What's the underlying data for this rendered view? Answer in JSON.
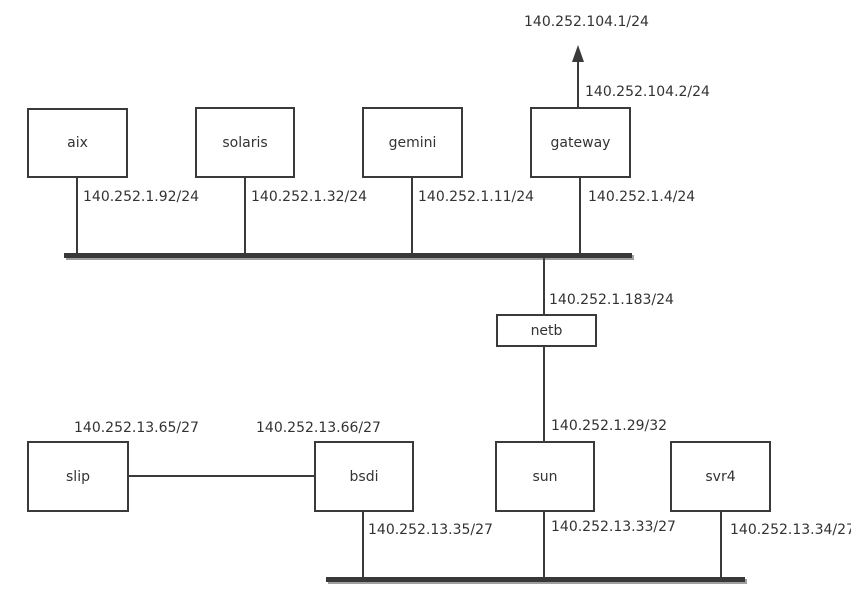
{
  "diagram": {
    "type": "network-topology",
    "colors": {
      "line": "#3a3a3a",
      "ethernet_shadow": "#9f9f9f",
      "background": "#ffffff",
      "text": "#333333"
    },
    "nodes": [
      {
        "id": "aix",
        "label": "aix"
      },
      {
        "id": "solaris",
        "label": "solaris"
      },
      {
        "id": "gemini",
        "label": "gemini"
      },
      {
        "id": "gateway",
        "label": "gateway"
      },
      {
        "id": "netb",
        "label": "netb"
      },
      {
        "id": "slip",
        "label": "slip"
      },
      {
        "id": "bsdi",
        "label": "bsdi"
      },
      {
        "id": "sun",
        "label": "sun"
      },
      {
        "id": "svr4",
        "label": "svr4"
      }
    ],
    "ip_labels": [
      {
        "id": "uplink-network",
        "text": "140.252.104.1/24"
      },
      {
        "id": "gateway-uplink",
        "text": "140.252.104.2/24"
      },
      {
        "id": "aix-interface",
        "text": "140.252.1.92/24"
      },
      {
        "id": "solaris-interface",
        "text": "140.252.1.32/24"
      },
      {
        "id": "gemini-interface",
        "text": "140.252.1.11/24"
      },
      {
        "id": "gateway-lan",
        "text": "140.252.1.4/24"
      },
      {
        "id": "netb-interface",
        "text": "140.252.1.183/24"
      },
      {
        "id": "sun-ptp",
        "text": "140.252.1.29/32"
      },
      {
        "id": "slip-interface",
        "text": "140.252.13.65/27"
      },
      {
        "id": "bsdi-slip-side",
        "text": "140.252.13.66/27"
      },
      {
        "id": "bsdi-ethernet",
        "text": "140.252.13.35/27"
      },
      {
        "id": "sun-ethernet",
        "text": "140.252.13.33/27"
      },
      {
        "id": "svr4-ethernet",
        "text": "140.252.13.34/27"
      }
    ]
  }
}
